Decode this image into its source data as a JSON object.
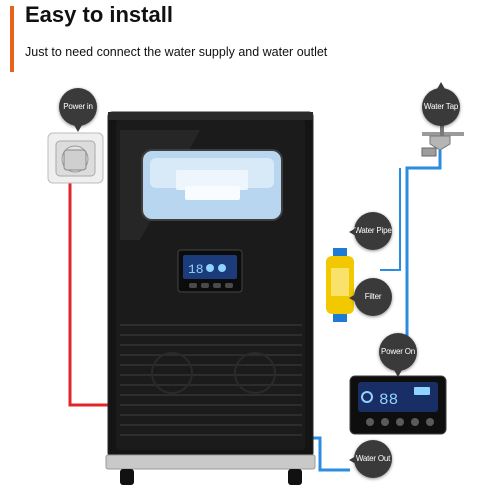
{
  "header": {
    "title": "Easy to install",
    "subtitle": "Just to need connect the water supply and water outlet"
  },
  "callouts": {
    "power_in": "Power in",
    "water_tap": "Water Tap",
    "water_pipe": "Water Pipe",
    "filter": "Filter",
    "power_on": "Power On",
    "water_out": "Water Out"
  },
  "machine": {
    "display_digits": "18",
    "panel_digits": "88"
  },
  "colors": {
    "accent": "#e8621a",
    "power_line": "#e0262b",
    "water_line": "#2a8de0",
    "machine_body": "#141414",
    "filter_body": "#f2c800"
  }
}
